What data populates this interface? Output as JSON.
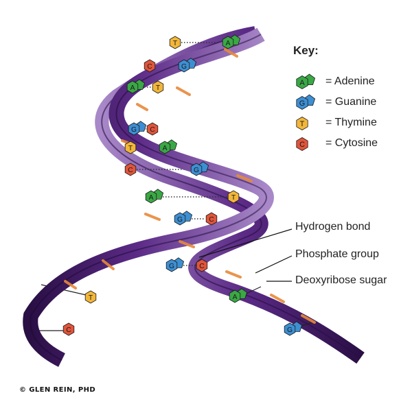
{
  "key": {
    "title": "Key:",
    "items": [
      {
        "letter": "A",
        "label": "= Adenine",
        "color": "#3aa845",
        "name": "adenine"
      },
      {
        "letter": "G",
        "label": "= Guanine",
        "color": "#3d8fd3",
        "name": "guanine"
      },
      {
        "letter": "T",
        "label": "= Thymine",
        "color": "#f2b63a",
        "name": "thymine"
      },
      {
        "letter": "C",
        "label": "= Cytosine",
        "color": "#e0553a",
        "name": "cytosine"
      }
    ]
  },
  "callouts": {
    "hydrogen_bond": "Hydrogen bond",
    "phosphate_group": "Phosphate group",
    "deoxyribose_sugar": "Deoxyribose sugar"
  },
  "base_pairs": [
    {
      "left": "T",
      "right": "A"
    },
    {
      "left": "C",
      "right": "G"
    },
    {
      "left": "A",
      "right": "T"
    },
    {
      "left": "G",
      "right": "C"
    },
    {
      "left": "T",
      "right": "A"
    },
    {
      "left": "C",
      "right": "G"
    },
    {
      "left": "A",
      "right": "T"
    },
    {
      "left": "G",
      "right": "C"
    },
    {
      "left": "G",
      "right": "C"
    },
    {
      "left": "T",
      "right": "A"
    },
    {
      "left": "C",
      "right": "G"
    }
  ],
  "colors": {
    "strand_purple": "#5b2a86",
    "strand_dark": "#2a0f45",
    "strand_light": "#9a79bd",
    "phosphate_band": "#e8893a"
  },
  "copyright": "© GLEN REIN, PHD"
}
